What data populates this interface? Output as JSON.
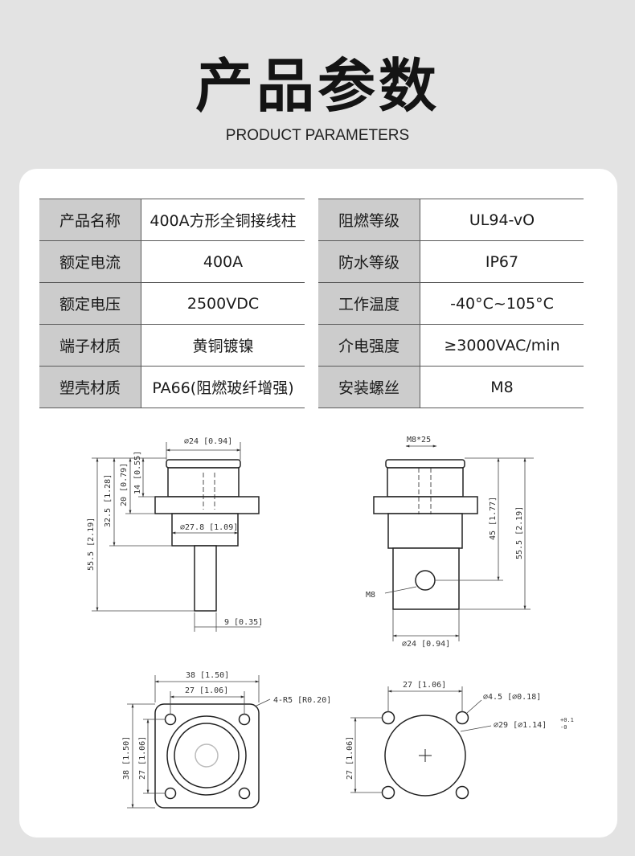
{
  "header": {
    "title": "产品参数",
    "subtitle": "PRODUCT PARAMETERS"
  },
  "specs_left": [
    {
      "label": "产品名称",
      "value": "400A方形全铜接线柱"
    },
    {
      "label": "额定电流",
      "value": "400A"
    },
    {
      "label": "额定电压",
      "value": "2500VDC"
    },
    {
      "label": "端子材质",
      "value": "黄铜镀镍"
    },
    {
      "label": "塑壳材质",
      "value": "PA66(阻燃玻纤增强)"
    }
  ],
  "specs_right": [
    {
      "label": "阻燃等级",
      "value": "UL94-vO"
    },
    {
      "label": "防水等级",
      "value": "IP67"
    },
    {
      "label": "工作温度",
      "value": "-40°C~105°C"
    },
    {
      "label": "介电强度",
      "value": "≥3000VAC/min"
    },
    {
      "label": "安装螺丝",
      "value": "M8"
    }
  ],
  "drawing_side": {
    "d_top": "⌀24 [0.94]",
    "h_total": "55.5 [2.19]",
    "h_32": "32.5 [1.28]",
    "h_20": "20 [0.79]",
    "h_14": "14 [0.55]",
    "d_flange": "⌀27.8 [1.09]",
    "w_pin": "9 [0.35]"
  },
  "drawing_front": {
    "thread": "M8*25",
    "h_45": "45 [1.77]",
    "h_total": "55.5 [2.19]",
    "m8": "M8",
    "d_bottom": "⌀24 [0.94]"
  },
  "drawing_flange": {
    "w_outer": "38 [1.50]",
    "w_inner": "27 [1.06]",
    "radius": "4-R5 [R0.20]",
    "h_outer": "38 [1.50]",
    "h_inner": "27 [1.06]"
  },
  "drawing_cutout": {
    "w": "27 [1.06]",
    "hole": "⌀4.5 [⌀0.18]",
    "dia": "⌀29 [⌀1.14]",
    "tol_up": "+0.1",
    "tol_low": "-0",
    "h": "27 [1.06]"
  }
}
